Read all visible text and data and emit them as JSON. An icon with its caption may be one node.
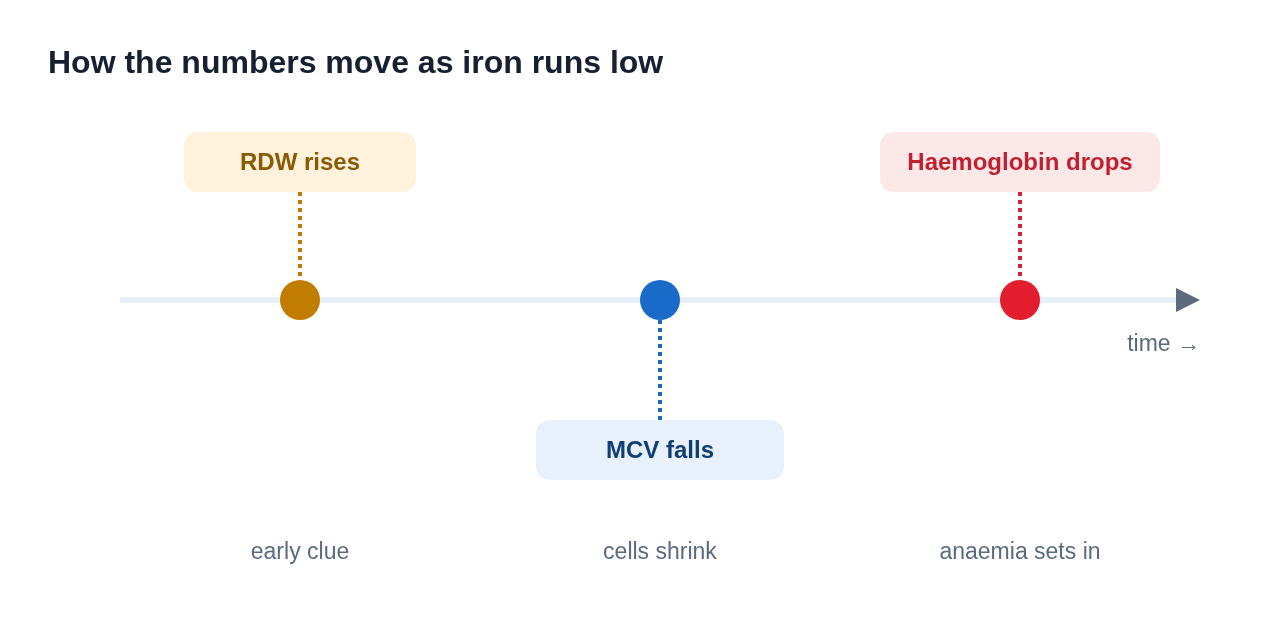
{
  "diagram": {
    "title": "How the numbers move as iron runs low",
    "nodes": [
      {
        "text": [
          "RDW rises"
        ]
      },
      {
        "text": [
          "Haemoglobin drops"
        ]
      },
      {
        "text": [],
        "shape": "circle"
      },
      {
        "text": [],
        "shape": "circle"
      },
      {
        "text": [],
        "shape": "circle"
      },
      {
        "text": [
          "MCV falls"
        ]
      }
    ],
    "edges": [
      {
        "from": 0,
        "to": 2,
        "arrow": "none",
        "style": "dashed",
        "color": "#c17d00"
      },
      {
        "from": 1,
        "to": 4,
        "arrow": "none",
        "style": "dashed",
        "color": "#d42232"
      },
      {
        "from": 5,
        "to": 3,
        "arrow": "none",
        "style": "dashed",
        "color": "#1a6bc9"
      }
    ],
    "labels": [
      "time →",
      "early clue",
      "cells shrink",
      "anaemia sets in"
    ]
  }
}
